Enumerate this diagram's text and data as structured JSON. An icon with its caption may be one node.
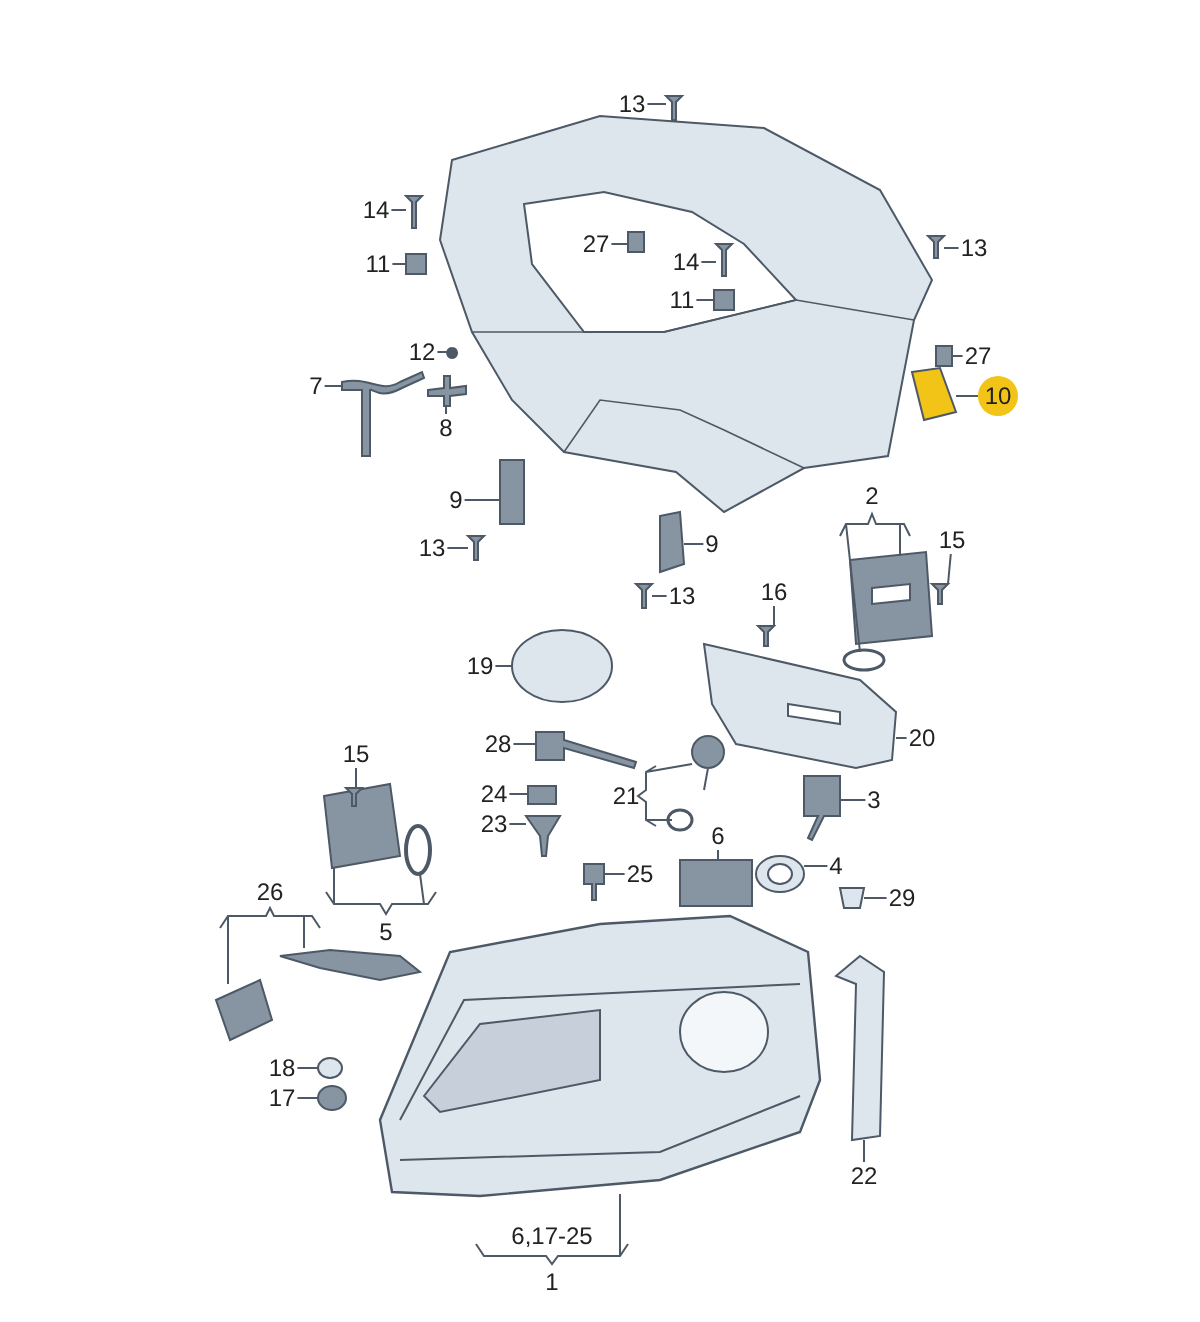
{
  "diagram": {
    "nodes": [
      {
        "text": [
          "13"
        ]
      },
      {
        "text": [
          "14"
        ]
      },
      {
        "text": [
          "11"
        ]
      },
      {
        "text": [
          "27"
        ]
      },
      {
        "text": [
          "14"
        ]
      },
      {
        "text": [
          "11"
        ]
      },
      {
        "text": [
          "13"
        ]
      },
      {
        "text": [
          "12"
        ]
      },
      {
        "text": [
          "7"
        ]
      },
      {
        "text": [
          "8"
        ]
      },
      {
        "text": [
          "27"
        ]
      },
      {
        "text": [
          "10"
        ]
      },
      {
        "text": [
          "9"
        ]
      },
      {
        "text": [
          "9"
        ]
      },
      {
        "text": [
          "13"
        ]
      },
      {
        "text": [
          "13"
        ]
      },
      {
        "text": [
          "2"
        ]
      },
      {
        "text": [
          "15"
        ]
      },
      {
        "text": [
          "16"
        ]
      },
      {
        "text": [
          "19"
        ]
      },
      {
        "text": [
          "20"
        ]
      },
      {
        "text": [
          "28"
        ]
      },
      {
        "text": [
          "15"
        ]
      },
      {
        "text": [
          "21"
        ]
      },
      {
        "text": [
          "3"
        ]
      },
      {
        "text": [
          "24"
        ]
      },
      {
        "text": [
          "6"
        ]
      },
      {
        "text": [
          "23"
        ]
      },
      {
        "text": [
          "4"
        ]
      },
      {
        "text": [
          "25"
        ]
      },
      {
        "text": [
          "29"
        ]
      },
      {
        "text": [
          "26"
        ]
      },
      {
        "text": [
          "5"
        ]
      },
      {
        "text": [
          "18"
        ]
      },
      {
        "text": [
          "17"
        ]
      },
      {
        "text": [
          "22"
        ]
      },
      {
        "text": [
          "1"
        ]
      },
      {
        "text": [],
        "shape": "picture"
      },
      {
        "text": [],
        "shape": "picture"
      },
      {
        "text": [],
        "shape": "box"
      },
      {
        "text": [],
        "shape": "box"
      },
      {
        "text": [],
        "shape": "picture"
      },
      {
        "text": [],
        "shape": "box"
      },
      {
        "text": [],
        "shape": "picture"
      },
      {
        "text": [],
        "shape": "picture"
      },
      {
        "text": [],
        "shape": "picture"
      },
      {
        "text": [],
        "shape": "picture"
      },
      {
        "text": [],
        "shape": "picture"
      },
      {
        "text": [],
        "shape": "picture"
      },
      {
        "text": [],
        "shape": "box"
      },
      {
        "text": [],
        "shape": "picture"
      },
      {
        "text": [],
        "shape": "picture"
      },
      {
        "text": [],
        "shape": "picture"
      },
      {
        "text": [],
        "shape": "picture"
      },
      {
        "text": [],
        "shape": "picture"
      },
      {
        "text": [],
        "shape": "picture"
      },
      {
        "text": [],
        "shape": "picture"
      },
      {
        "text": [],
        "shape": "picture"
      },
      {
        "text": [],
        "shape": "picture"
      },
      {
        "text": [],
        "shape": "picture"
      },
      {
        "text": [],
        "shape": "box"
      },
      {
        "text": [],
        "shape": "box"
      },
      {
        "text": [],
        "shape": "picture"
      },
      {
        "text": [],
        "shape": "picture"
      },
      {
        "text": [],
        "shape": "picture"
      },
      {
        "text": [],
        "shape": "picture"
      },
      {
        "text": [],
        "shape": "circle"
      },
      {
        "text": [],
        "shape": "circle"
      },
      {
        "text": [],
        "shape": "picture"
      }
    ],
    "edges": [
      {
        "from": 0,
        "to": 37,
        "arrow": "none"
      },
      {
        "from": 1,
        "to": 38,
        "arrow": "none"
      },
      {
        "from": 2,
        "to": 39,
        "arrow": "none"
      },
      {
        "from": 3,
        "to": 40,
        "arrow": "none"
      },
      {
        "from": 4,
        "to": 41,
        "arrow": "none"
      },
      {
        "from": 5,
        "to": 42,
        "arrow": "none"
      },
      {
        "from": 6,
        "to": 43,
        "arrow": "none"
      },
      {
        "from": 7,
        "to": 44,
        "arrow": "none"
      },
      {
        "from": 8,
        "to": 45,
        "arrow": "none"
      },
      {
        "from": 9,
        "to": 46,
        "arrow": "none"
      },
      {
        "from": 10,
        "to": 47,
        "arrow": "none"
      },
      {
        "from": 11,
        "to": 48,
        "arrow": "none"
      },
      {
        "from": 12,
        "to": 49,
        "arrow": "none"
      },
      {
        "from": 13,
        "to": 50,
        "arrow": "none"
      },
      {
        "from": 14,
        "to": 51,
        "arrow": "none"
      },
      {
        "from": 15,
        "to": 52,
        "arrow": "none"
      },
      {
        "from": 17,
        "to": 53,
        "arrow": "none"
      },
      {
        "from": 18,
        "to": 54,
        "arrow": "none"
      },
      {
        "from": 19,
        "to": 55,
        "arrow": "none"
      },
      {
        "from": 20,
        "to": 56,
        "arrow": "none"
      },
      {
        "from": 21,
        "to": 57,
        "arrow": "none"
      },
      {
        "from": 22,
        "to": 58,
        "arrow": "none"
      },
      {
        "from": 24,
        "to": 59,
        "arrow": "none"
      },
      {
        "from": 25,
        "to": 60,
        "arrow": "none"
      },
      {
        "from": 26,
        "to": 61,
        "arrow": "none"
      },
      {
        "from": 27,
        "to": 62,
        "arrow": "none"
      },
      {
        "from": 28,
        "to": 63,
        "arrow": "none"
      },
      {
        "from": 29,
        "to": 64,
        "arrow": "none"
      },
      {
        "from": 30,
        "to": 65,
        "arrow": "none"
      },
      {
        "from": 33,
        "to": 66,
        "arrow": "none"
      },
      {
        "from": 34,
        "to": 67,
        "arrow": "none"
      },
      {
        "from": 35,
        "to": 68,
        "arrow": "none"
      }
    ],
    "labels": [
      "6,17-25"
    ]
  }
}
